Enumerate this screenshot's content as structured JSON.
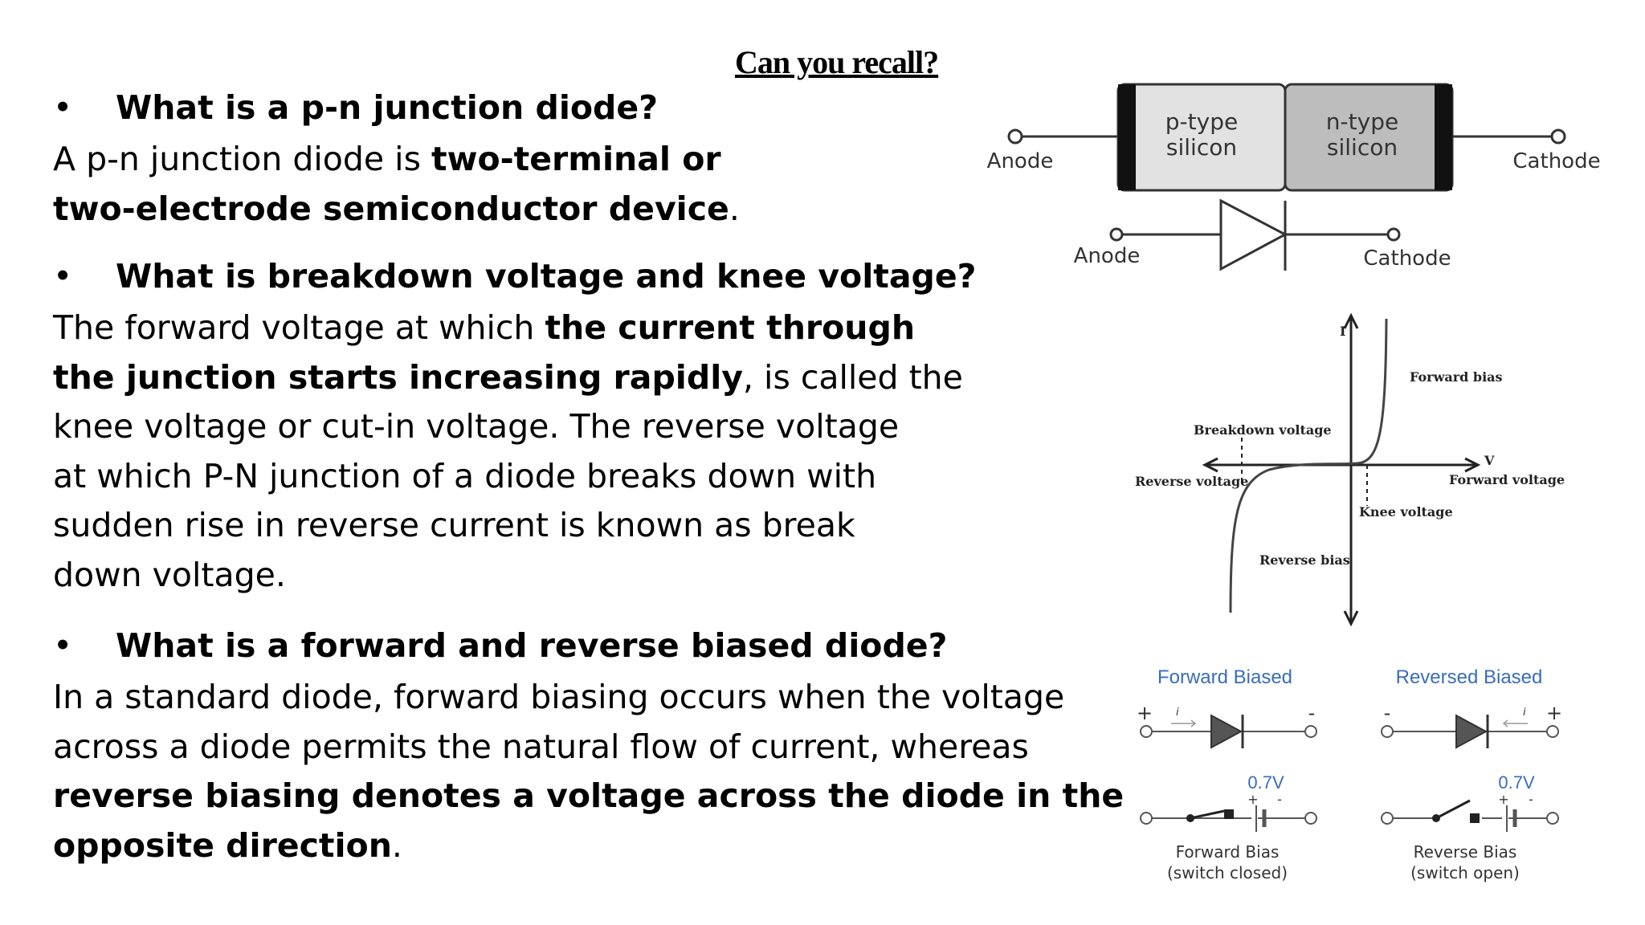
{
  "title": "Can you recall?",
  "sections": [
    {
      "question": "What is a p-n junction diode?",
      "answer": [
        {
          "text": "A p-n junction diode is ",
          "bold": false
        },
        {
          "text": "two-terminal or",
          "bold": true
        },
        {
          "text": "two-electrode semiconductor device",
          "bold": true
        },
        {
          "text": ".",
          "bold": false
        }
      ]
    },
    {
      "question": "What is breakdown voltage and knee voltage?",
      "answer": [
        {
          "text": "The forward voltage at which ",
          "bold": false
        },
        {
          "text": "the current through",
          "bold": true
        },
        {
          "text": "the junction starts increasing rapidly",
          "bold": true
        },
        {
          "text": ", is called the",
          "bold": false
        },
        {
          "text": "knee voltage or cut-in voltage. The reverse voltage",
          "bold": false
        },
        {
          "text": "at which P-N junction of a diode breaks down with",
          "bold": false
        },
        {
          "text": "sudden rise in reverse current is known as break",
          "bold": false
        },
        {
          "text": "down voltage.",
          "bold": false
        }
      ]
    },
    {
      "question": "What is a forward and reverse biased diode?",
      "answer": [
        {
          "text": "In a standard diode, forward biasing occurs when the voltage",
          "bold": false
        },
        {
          "text": "across a diode permits the natural flow of current, whereas",
          "bold": false
        },
        {
          "text": "reverse biasing denotes a voltage across the diode in the",
          "bold": true
        },
        {
          "text": "opposite direction",
          "bold": true
        },
        {
          "text": ".",
          "bold": false
        }
      ]
    }
  ],
  "bullet": "•",
  "diode_diagram": {
    "p_type": "p-type",
    "n_type": "n-type",
    "silicon": "silicon",
    "anode": "Anode",
    "cathode": "Cathode"
  },
  "iv_curve": {
    "axis_i": "I",
    "axis_v": "V",
    "forward_bias": "Forward bias",
    "breakdown_voltage": "Breakdown voltage",
    "reverse_voltage": "Reverse voltage",
    "forward_voltage": "Forward voltage",
    "knee_voltage": "Knee voltage",
    "reverse_bias": "Reverse bias"
  },
  "bias_diagram": {
    "forward_title": "Forward Biased",
    "reversed_title": "Reversed Biased",
    "voltage": "0.7V",
    "plus": "+",
    "minus": "-",
    "current": "i",
    "forward_caption_1": "Forward Bias",
    "forward_caption_2": "(switch closed)",
    "reverse_caption_1": "Reverse Bias",
    "reverse_caption_2": "(switch open)"
  },
  "colors": {
    "text": "#000000",
    "bias_title": "#3a6db7",
    "p_type_fill": "#e2e2e2",
    "n_type_fill": "#bdbdbd"
  }
}
